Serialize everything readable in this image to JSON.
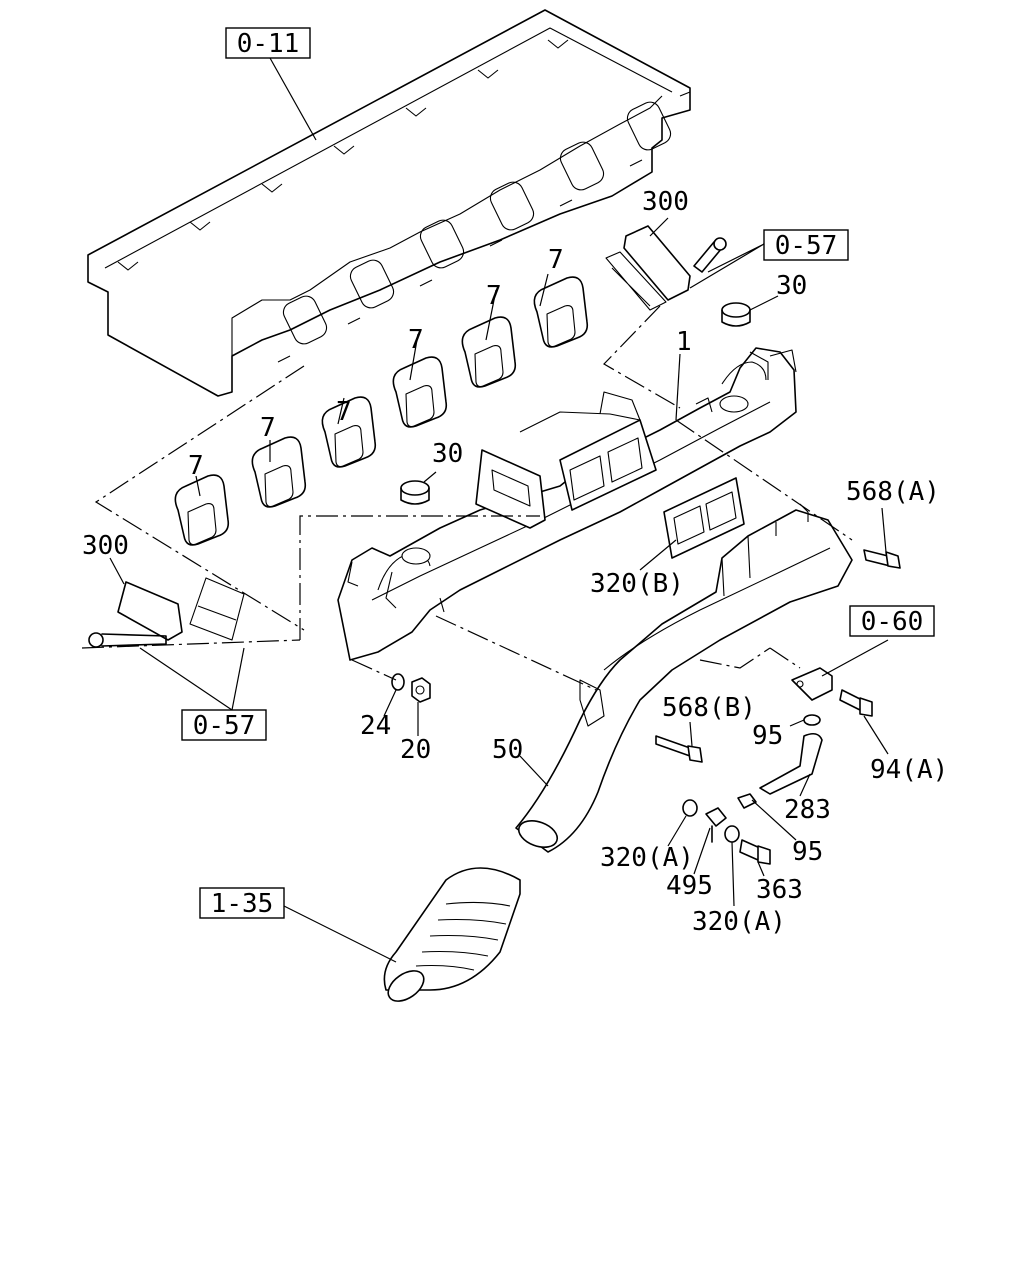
{
  "ref_boxes": {
    "cylinder_head": "0-11",
    "cover_bolt_right": "0-57",
    "cover_bolt_left": "0-57",
    "sensor": "0-60",
    "hose": "1-35"
  },
  "callouts": {
    "cover_right": "300",
    "cap_right": "30",
    "manifold": "1",
    "gasket_a": "7",
    "gasket_b": "7",
    "gasket_c": "7",
    "gasket_d": "7",
    "gasket_e": "7",
    "gasket_f": "7",
    "cap_left": "30",
    "cover_left": "300",
    "bolt_568a": "568(A)",
    "gasket_320b": "320(B)",
    "bolt_568b": "568(B)",
    "washer_24": "24",
    "nut_20": "20",
    "pipe_50": "50",
    "clip_95_upper": "95",
    "bolt_94a": "94(A)",
    "hose_283": "283",
    "clip_95_lower": "95",
    "washer_320a_left": "320(A)",
    "bolt_495": "495",
    "bolt_363": "363",
    "washer_320a_bottom": "320(A)"
  }
}
